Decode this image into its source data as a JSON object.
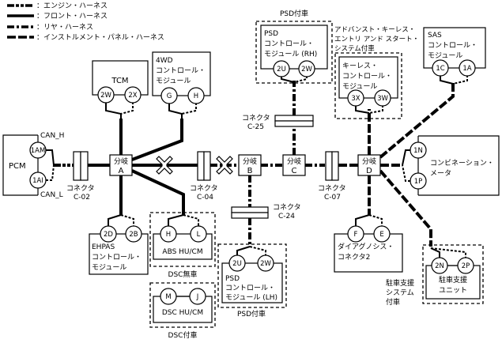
{
  "legend": [
    {
      "style": "engine",
      "label": "：エンジン・ハーネス"
    },
    {
      "style": "front",
      "label": "：フロント・ハーネス"
    },
    {
      "style": "rear",
      "label": "：リヤ・ハーネス"
    },
    {
      "style": "instrument",
      "label": "：インストルメント・パネル・ハーネス"
    }
  ],
  "modules": {
    "pcm": {
      "name": "PCM",
      "pins": [
        "1AM",
        "1AI"
      ],
      "can_h": "CAN_H",
      "can_l": "CAN_L"
    },
    "tcm": {
      "name": "TCM",
      "pins": [
        "2W",
        "2X"
      ]
    },
    "awd": {
      "lines": [
        "4WD",
        "コントロール・",
        "モジュール"
      ],
      "pins": [
        "G",
        "H"
      ]
    },
    "psd_rh": {
      "group": "PSD付車",
      "lines": [
        "PSD",
        "コントロール・",
        "モジュール (RH)"
      ],
      "pins": [
        "2U",
        "2W"
      ]
    },
    "keyless": {
      "group_lines": [
        "アドバンスト・キーレス・",
        "エントリ アンド スタート・",
        "システム付車"
      ],
      "lines": [
        "キーレス・",
        "コントロール・",
        "モジュール"
      ],
      "pins": [
        "3X",
        "3W"
      ]
    },
    "sas": {
      "lines": [
        "SAS",
        "コントロール・",
        "モジュール"
      ],
      "pins": [
        "1C",
        "1A"
      ]
    },
    "combimeter": {
      "lines": [
        "コンビネーション・",
        "メータ"
      ],
      "pins": [
        "1N",
        "1P"
      ]
    },
    "ehpas": {
      "lines": [
        "EHPAS",
        "コントロール・",
        "モジュール"
      ],
      "pins": [
        "2D",
        "2B"
      ]
    },
    "abs": {
      "name": "ABS HU/CM",
      "group": "DSC無車",
      "pins": [
        "H",
        "L"
      ]
    },
    "dsc": {
      "name": "DSC HU/CM",
      "group": "DSC付車",
      "pins": [
        "M",
        "J"
      ]
    },
    "psd_lh": {
      "group": "PSD付車",
      "lines": [
        "PSD",
        "コントロール・",
        "モジュール (LH)"
      ],
      "pins": [
        "2U",
        "2W"
      ]
    },
    "dlc": {
      "lines": [
        "ダイアグノシス・",
        "コネクタ2"
      ],
      "pins": [
        "F",
        "E"
      ]
    },
    "parking": {
      "group_lines": [
        "駐車支援",
        "システム",
        "付車"
      ],
      "lines": [
        "駐車支援",
        "ユニット"
      ],
      "pins": [
        "2N",
        "2P"
      ]
    }
  },
  "splices": [
    {
      "id": "A",
      "label": "分岐",
      "letter": "A"
    },
    {
      "id": "B",
      "label": "分岐",
      "letter": "B"
    },
    {
      "id": "C",
      "label": "分岐",
      "letter": "C"
    },
    {
      "id": "D",
      "label": "分岐",
      "letter": "D"
    }
  ],
  "connectors": [
    {
      "id": "C-02",
      "label": "コネクタ",
      "code": "C-02"
    },
    {
      "id": "C-04",
      "label": "コネクタ",
      "code": "C-04"
    },
    {
      "id": "C-07",
      "label": "コネクタ",
      "code": "C-07"
    },
    {
      "id": "C-24",
      "label": "コネクタ",
      "code": "C-24"
    },
    {
      "id": "C-25",
      "label": "コネクタ",
      "code": "C-25"
    }
  ]
}
